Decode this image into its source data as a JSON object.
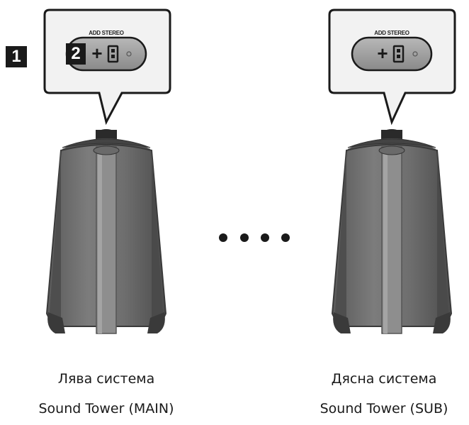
{
  "steps": {
    "step1": "1",
    "step2": "2"
  },
  "left": {
    "button_label": "ADD STEREO",
    "button_symbol": "+",
    "caption_line1": "Лява система",
    "caption_line2": "Sound Tower (MAIN)"
  },
  "right": {
    "button_label": "ADD STEREO",
    "button_symbol": "+",
    "caption_line1": "Дясна система",
    "caption_line2": "Sound Tower (SUB)"
  },
  "colors": {
    "speaker_body": "#727272",
    "speaker_dark": "#4a4a4a",
    "speaker_front_strip": "#8e8e8e",
    "callout_border": "#1a1a1a",
    "button_fill": "#9a9a9a",
    "step_badge": "#1a1a1a"
  },
  "icons": [
    "speaker-plus-icon",
    "led-dot-icon",
    "ellipsis-dots-icon"
  ]
}
